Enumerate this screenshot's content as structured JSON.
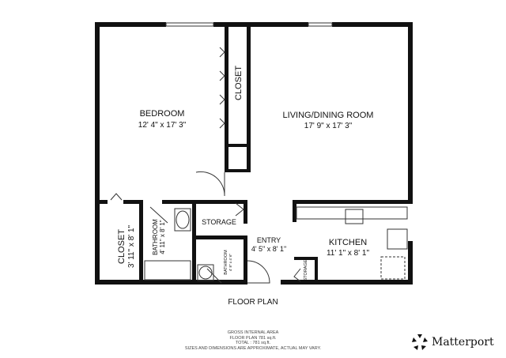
{
  "rooms": {
    "bedroom": {
      "name": "BEDROOM",
      "dims": "12' 4\" x 17' 3\""
    },
    "living": {
      "name": "LIVING/DINING ROOM",
      "dims": "17' 9\" x 17' 3\""
    },
    "closet_top": {
      "name": "CLOSET"
    },
    "closet_left": {
      "name": "CLOSET",
      "dims": "3' 11\" x 8' 1\""
    },
    "bathroom": {
      "name": "BATHROOM",
      "dims": "4' 11\" x 8' 1\""
    },
    "storage": {
      "name": "STORAGE"
    },
    "bathroom_small": {
      "name": "BATHROOM",
      "dims": "4' 8\" x 4' 6\""
    },
    "entry": {
      "name": "ENTRY",
      "dims": "4' 5\" x 8' 1\""
    },
    "kitchen": {
      "name": "KITCHEN",
      "dims": "11' 1\" x 8' 1\""
    },
    "storage_kitchen": {
      "name": "STORAGE"
    }
  },
  "plan_title": "FLOOR PLAN",
  "footer": {
    "line1": "GROSS INTERNAL AREA",
    "line2": "FLOOR PLAN 781 sq.ft.",
    "line3": "TOTAL :  781 sq.ft.",
    "note": "SIZES AND DIMENSIONS ARE APPROXIMATE, ACTUAL MAY VARY."
  },
  "brand": {
    "name": "Matterport",
    "icon": "matterport-logo-icon"
  }
}
